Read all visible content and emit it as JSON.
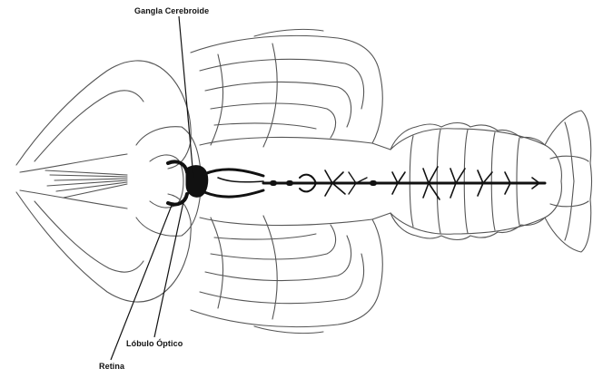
{
  "labels": {
    "ganglia": "Gangla Cerebroide",
    "lobulo": "Lóbulo Óptico",
    "retina": "Retina"
  }
}
